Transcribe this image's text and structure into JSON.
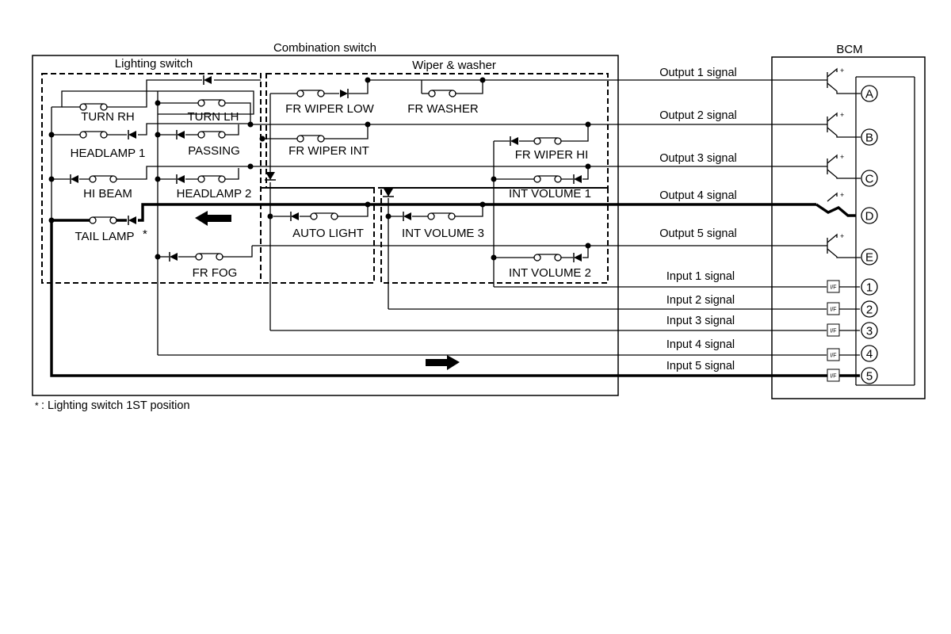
{
  "titles": {
    "combination_switch": "Combination switch",
    "lighting_switch": "Lighting switch",
    "wiper_washer": "Wiper & washer",
    "bcm": "BCM"
  },
  "switches": {
    "turn_rh": "TURN RH",
    "turn_lh": "TURN LH",
    "headlamp_1": "HEADLAMP 1",
    "passing": "PASSING",
    "hi_beam": "HI BEAM",
    "headlamp_2": "HEADLAMP 2",
    "tail_lamp": "TAIL LAMP",
    "tail_lamp_mark": "*",
    "fr_fog": "FR FOG",
    "fr_wiper_low": "FR WIPER LOW",
    "fr_washer": "FR WASHER",
    "fr_wiper_int": "FR WIPER INT",
    "fr_wiper_hi": "FR WIPER HI",
    "int_volume_1": "INT VOLUME 1",
    "auto_light": "AUTO LIGHT",
    "int_volume_3": "INT VOLUME 3",
    "int_volume_2": "INT VOLUME 2"
  },
  "outputs": [
    {
      "label": "Output 1 signal",
      "terminal": "A"
    },
    {
      "label": "Output 2 signal",
      "terminal": "B"
    },
    {
      "label": "Output 3 signal",
      "terminal": "C"
    },
    {
      "label": "Output 4 signal",
      "terminal": "D"
    },
    {
      "label": "Output 5 signal",
      "terminal": "E"
    }
  ],
  "inputs": [
    {
      "label": "Input 1 signal",
      "terminal": "1"
    },
    {
      "label": "Input 2 signal",
      "terminal": "2"
    },
    {
      "label": "Input 3 signal",
      "terminal": "3"
    },
    {
      "label": "Input 4 signal",
      "terminal": "4"
    },
    {
      "label": "Input 5 signal",
      "terminal": "5"
    }
  ],
  "interface_mark": "I/F",
  "transistor_plus": "+",
  "footnote": {
    "mark": "*",
    "text": ": Lighting switch 1ST position"
  }
}
